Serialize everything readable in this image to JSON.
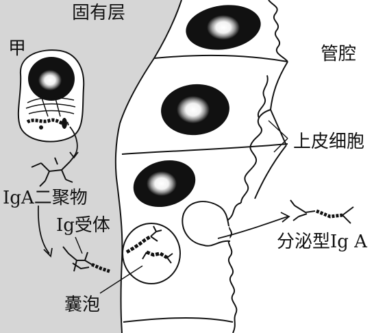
{
  "labels": {
    "lamina_propria": "固有层",
    "cell_jia": "甲",
    "lumen": "管腔",
    "epithelial_cell": "上皮细胞",
    "iga_dimer": "IgA二聚物",
    "ig_receptor": "Ig受体",
    "secretory_iga": "分泌型Ig A",
    "vesicle": "囊泡"
  },
  "colors": {
    "lamina_fill": "#d6d6d6",
    "ink": "#111111",
    "background": "#ffffff"
  }
}
